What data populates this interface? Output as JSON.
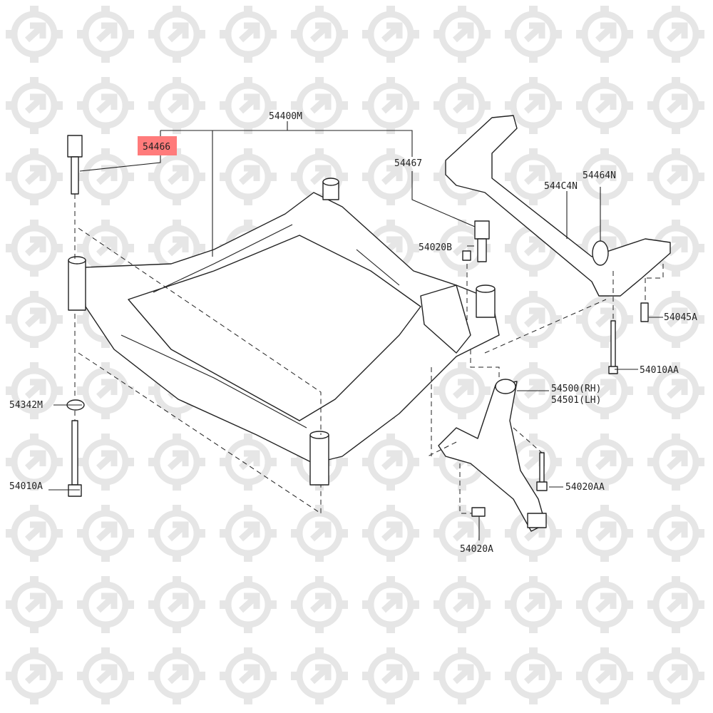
{
  "colors": {
    "highlight": "#ff7b7b",
    "line": "#222222",
    "watermark": "#e6e6e6"
  },
  "labels": {
    "subframe": "54400M",
    "highlighted_bolt": "54466",
    "stopper": "54467",
    "stabilizer_bar": "544C4N",
    "bushing": "54464N",
    "bolt_54020B": "54020B",
    "bolt_54045A": "54045A",
    "bolt_54010AA": "54010AA",
    "arm_rh": "54500(RH)",
    "arm_lh": "54501(LH)",
    "washer": "54342M",
    "bolt_54010A": "54010A",
    "bolt_54020AA": "54020AA",
    "bolt_54020A": "54020A"
  }
}
